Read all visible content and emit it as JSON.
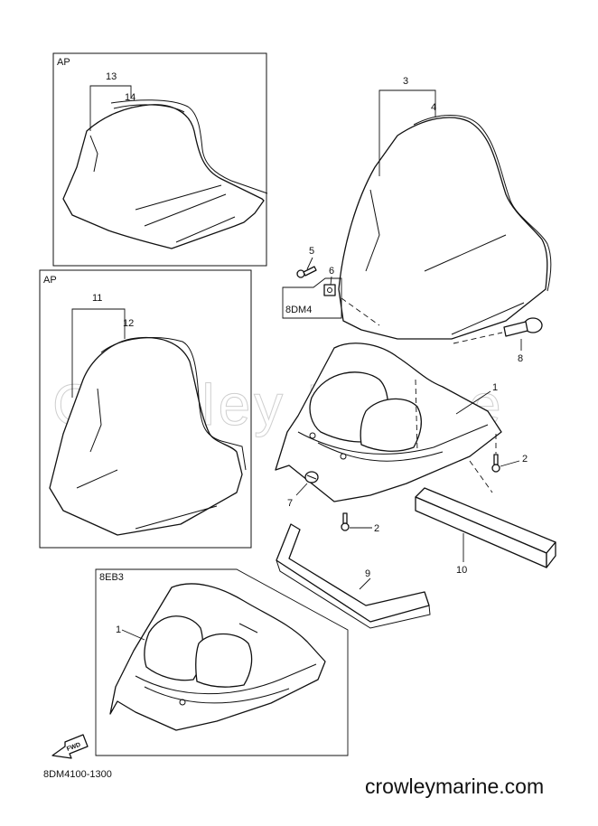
{
  "diagram": {
    "boxes": {
      "ap_top": "AP",
      "ap_mid": "AP",
      "bolt_box": "8DM4",
      "bottom": "8EB3"
    },
    "callouts": {
      "c1": "1",
      "c1b": "1",
      "c2a": "2",
      "c2b": "2",
      "c3": "3",
      "c4": "4",
      "c5": "5",
      "c6": "6",
      "c7": "7",
      "c8": "8",
      "c9": "9",
      "c10": "10",
      "c11": "11",
      "c12": "12",
      "c13": "13",
      "c14": "14"
    },
    "drawing_code": "8DM4100-1300",
    "fwd_label": "FWD",
    "watermark": "Crowley Marine",
    "website": "crowleymarine.com"
  }
}
